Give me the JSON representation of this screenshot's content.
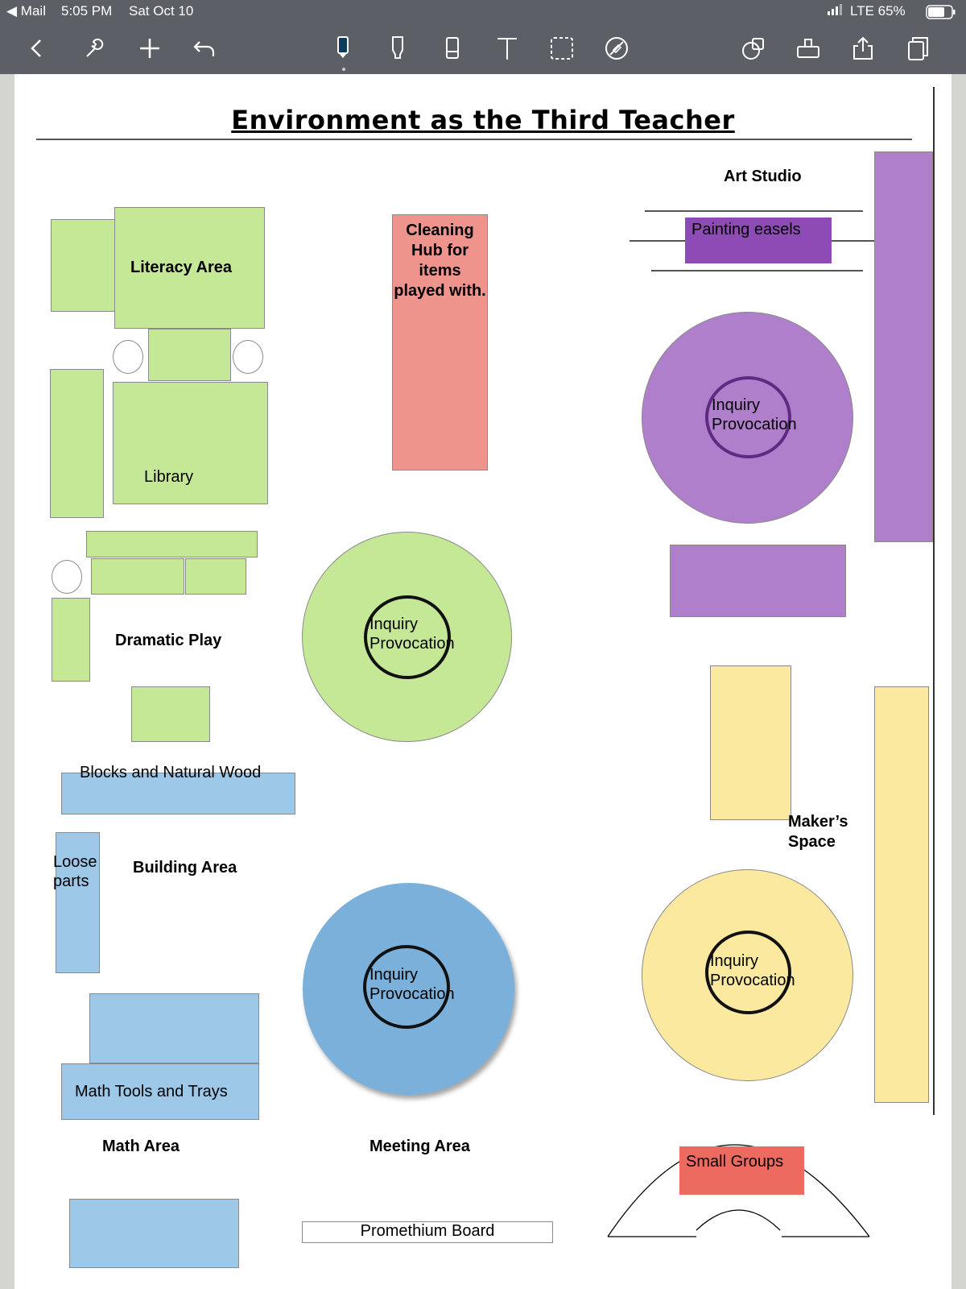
{
  "statusbar": {
    "back_app": "◀ Mail",
    "time": "5:05 PM",
    "date": "Sat Oct 10",
    "signal": "LTE 65%"
  },
  "toolbar": {
    "tools": [
      "back",
      "settings",
      "add",
      "undo",
      "pen",
      "highlighter",
      "eraser",
      "text",
      "lasso-select",
      "disable-touch",
      "shapes",
      "ruler",
      "share",
      "pages"
    ]
  },
  "document": {
    "title": "Environment as the Third Teacher",
    "labels": {
      "literacy_area": "Literacy Area",
      "library": "Library",
      "dramatic_play": "Dramatic Play",
      "cleaning_hub": "Cleaning Hub for items played with.",
      "art_studio": "Art Studio",
      "painting_easels": "Painting easels",
      "inquiry_provocation": "Inquiry Provocation",
      "inquiry_line1": "Inquiry",
      "inquiry_line2": "Provocation",
      "blocks": "Blocks and Natural Wood",
      "loose_line1": "Loose",
      "loose_line2": "parts",
      "building_area": "Building Area",
      "makers_line1": "Maker’s",
      "makers_line2": "Space",
      "math_tools": "Math Tools and Trays",
      "math_area": "Math Area",
      "meeting_area": "Meeting Area",
      "promethium": "Promethium Board",
      "small_groups": "Small Groups"
    },
    "colors": {
      "literacy": "#c5e897",
      "building": "#9dc8e8",
      "building_circle": "#7ab0da",
      "makers": "#fbe9a0",
      "art": "#b07fcc",
      "easel": "#8e4ab5",
      "cleaning": "#ee948c",
      "small_groups": "#ec6a60"
    }
  }
}
